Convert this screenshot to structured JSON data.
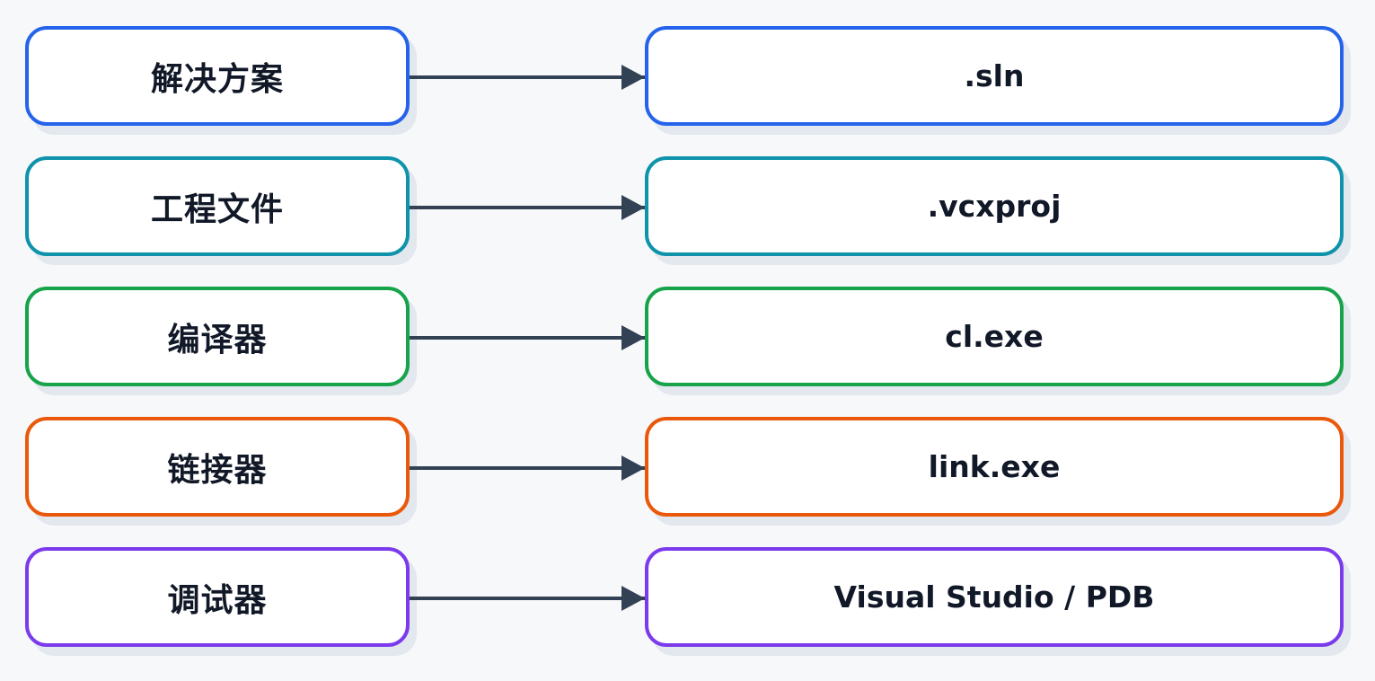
{
  "rows": [
    {
      "concept": "解决方案",
      "artifact": ".sln",
      "color": "#2563eb"
    },
    {
      "concept": "工程文件",
      "artifact": ".vcxproj",
      "color": "#0e93ab"
    },
    {
      "concept": "编译器",
      "artifact": "cl.exe",
      "color": "#16a34a"
    },
    {
      "concept": "链接器",
      "artifact": "link.exe",
      "color": "#ea580c"
    },
    {
      "concept": "调试器",
      "artifact": "Visual Studio / PDB",
      "color": "#7c3aed"
    }
  ],
  "arrow_color": "#334155"
}
